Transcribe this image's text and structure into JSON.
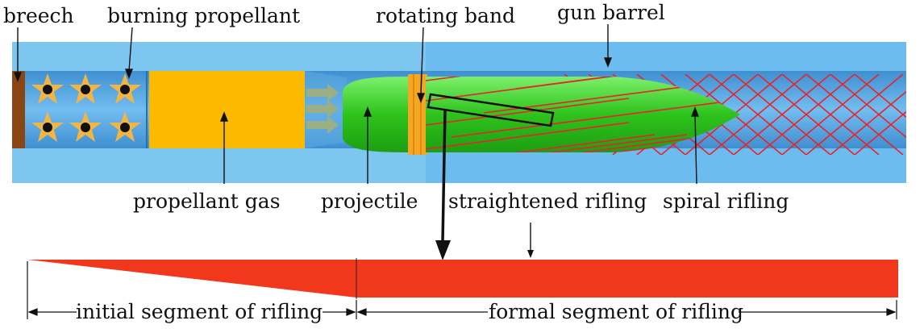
{
  "labels": {
    "breech": "breech",
    "burning_propellant": "burning propellant",
    "rotating_band": "rotating band",
    "gun_barrel": "gun barrel",
    "propellant_gas": "propellant gas",
    "projectile": "projectile",
    "straightened_rifling": "straightened rifling",
    "spiral_rifling": "spiral rifling",
    "initial_segment": "initial segment of rifling",
    "formal_segment": "formal segment of rifling"
  },
  "colors": {
    "barrel_outer": "#7cc6ef",
    "barrel_bore": "#5aa8e0",
    "breech": "#8b4513",
    "propellant_star": "#f2b544",
    "propellant_gas": "#fbb900",
    "projectile": "#3ed12a",
    "rotating_band": "#f5a623",
    "rifling": "#e8232a",
    "straightened_rifling": "#f2381c"
  },
  "icons": [
    "star-burst-icon",
    "arrow-icon",
    "double-arrow-icon"
  ]
}
